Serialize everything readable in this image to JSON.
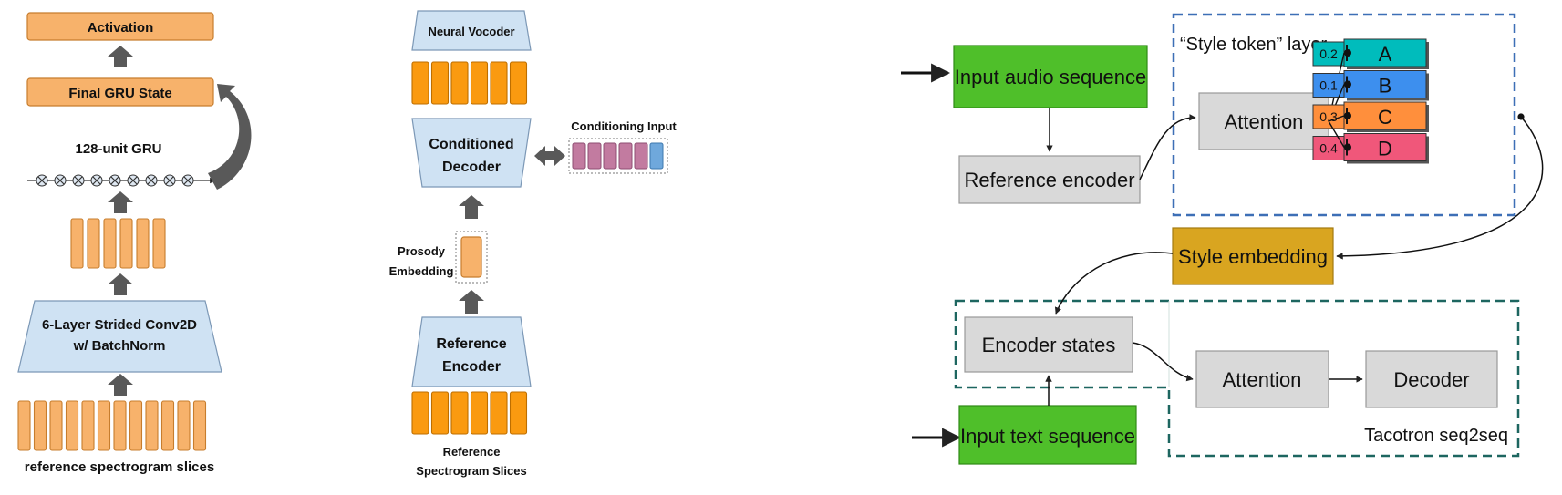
{
  "colors": {
    "orange": "#f7b26b",
    "orange_stroke": "#c77d2d",
    "frame_orange": "#fa9a10",
    "frame_orange_stroke": "#bd6e00",
    "light_blue": "#cfe2f3",
    "blue_stroke": "#7c98b6",
    "pink": "#c27ba0",
    "cond_blue": "#6fa8dc",
    "gray_box": "#d9d9d9",
    "green": "#4fbf2a",
    "gold": "#d9a520",
    "token_a": "#00bcbc",
    "token_b": "#3d8fee",
    "token_c": "#ff8f3c",
    "token_d": "#f0577a",
    "dash_blue": "#3d6fb6",
    "dash_teal": "#1d6660",
    "arrow_gray": "#555555"
  },
  "left_panel": {
    "activation": "Activation",
    "final_gru_state": "Final GRU State",
    "gru_label": "128-unit GRU",
    "conv_line1": "6-Layer Strided Conv2D",
    "conv_line2": "w/ BatchNorm",
    "spectrogram_label": "reference spectrogram slices"
  },
  "middle_panel": {
    "neural_vocoder": "Neural Vocoder",
    "conditioned_line1": "Conditioned",
    "conditioned_line2": "Decoder",
    "conditioning_input": "Conditioning Input",
    "prosody_line1": "Prosody",
    "prosody_line2": "Embedding",
    "reference_line1": "Reference",
    "reference_line2": "Encoder",
    "slices_line1": "Reference",
    "slices_line2": "Spectrogram Slices"
  },
  "right_panel": {
    "input_audio": "Input audio sequence",
    "reference_encoder": "Reference encoder",
    "style_token_layer": "“Style token” layer",
    "attention_top": "Attention",
    "tokens": [
      {
        "weight": "0.2",
        "label": "A"
      },
      {
        "weight": "0.1",
        "label": "B"
      },
      {
        "weight": "0.3",
        "label": "C"
      },
      {
        "weight": "0.4",
        "label": "D"
      }
    ],
    "style_embedding": "Style embedding",
    "encoder_states": "Encoder states",
    "attention_bottom": "Attention",
    "decoder": "Decoder",
    "tacotron": "Tacotron seq2seq",
    "input_text": "Input text sequence"
  }
}
